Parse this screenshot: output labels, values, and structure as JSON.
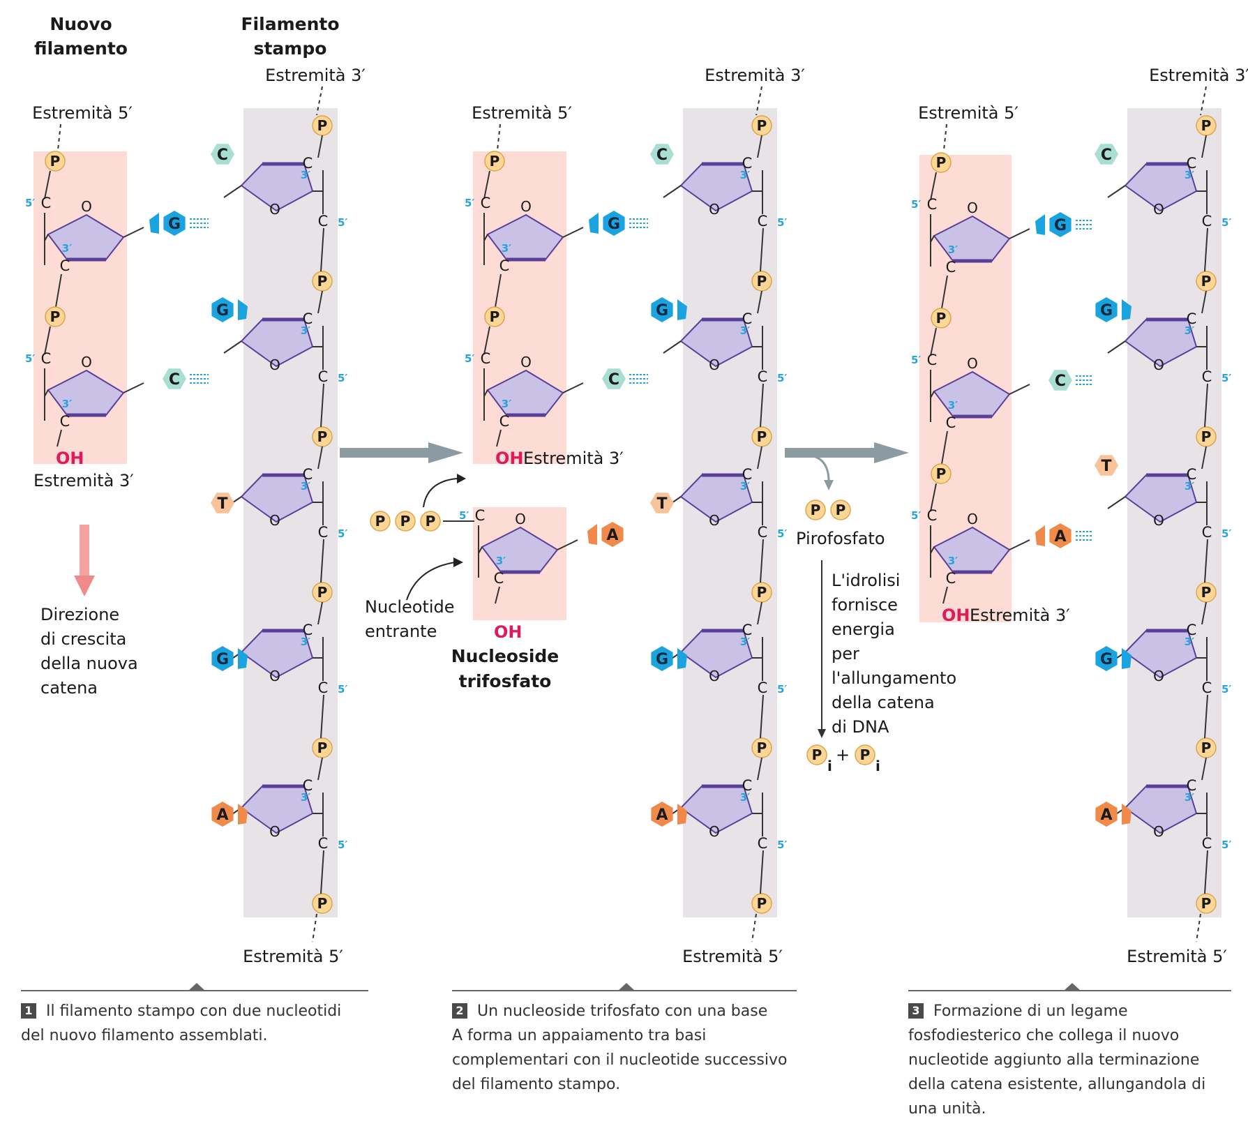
{
  "labels": {
    "new_strand": [
      "Nuovo",
      "filamento"
    ],
    "template_strand": [
      "Filamento",
      "stampo"
    ],
    "end3": "Estremità 3′",
    "end5": "Estremità 5′",
    "oh": "OH",
    "prime5": "5′",
    "prime3": "3′",
    "carbon": "C",
    "oxygen": "O",
    "phosphate": "P",
    "direction": [
      "Direzione",
      "di crescita",
      "della nuova",
      "catena"
    ],
    "incoming": [
      "Nucleotide",
      "entrante"
    ],
    "nucleoside_triphosphate": [
      "Nucleoside",
      "trifosfato"
    ],
    "pyrophosphate": "Pirofosfato",
    "hydrolysis": [
      "L'idrolisi",
      "fornisce",
      "energia",
      "per",
      "l'allungamento",
      "della catena",
      "di DNA"
    ],
    "pi": "P",
    "pi_sub": "i",
    "plus": "+"
  },
  "panels": [
    {
      "number": "1",
      "caption": [
        "Il filamento stampo con due nucleotidi",
        "del nuovo filamento assemblati."
      ],
      "template_bases": [
        "C",
        "G",
        "T",
        "G",
        "A"
      ],
      "new_bases": [
        "G",
        "C"
      ],
      "incoming_base": "",
      "incoming_pair_index": null
    },
    {
      "number": "2",
      "caption": [
        "Un nucleoside trifosfato con una base",
        "A forma un appaiamento tra basi",
        "complementari con il nucleotide successivo",
        "del filamento stampo."
      ],
      "template_bases": [
        "C",
        "G",
        "T",
        "G",
        "A"
      ],
      "new_bases": [
        "G",
        "C"
      ],
      "incoming_base": "A",
      "incoming_pair_index": null
    },
    {
      "number": "3",
      "caption": [
        "Formazione di un legame",
        "fosfodiesterico che collega il nuovo",
        "nucleotide aggiunto alla terminazione",
        "della catena esistente, allungandola di",
        "una unità."
      ],
      "template_bases": [
        "C",
        "G",
        "T",
        "G",
        "A"
      ],
      "new_bases": [
        "G",
        "C",
        "A"
      ],
      "incoming_base": "",
      "incoming_pair_index": 2
    }
  ],
  "colors": {
    "G": "#1ba3e0",
    "C": "#a9dfd3",
    "T": "#f9c39a",
    "A": "#ef8a4a",
    "phosphate": "#fdd594",
    "sugar": "#c9c2e6",
    "sugar_edge": "#5a3f98",
    "template_band": "#e7e3e7",
    "new_band": "#fddcd6",
    "arrow": "#8c9aa2",
    "direction_arrow": "#f08a8a",
    "oh": "#e0195a",
    "prime": "#29a3dc"
  }
}
